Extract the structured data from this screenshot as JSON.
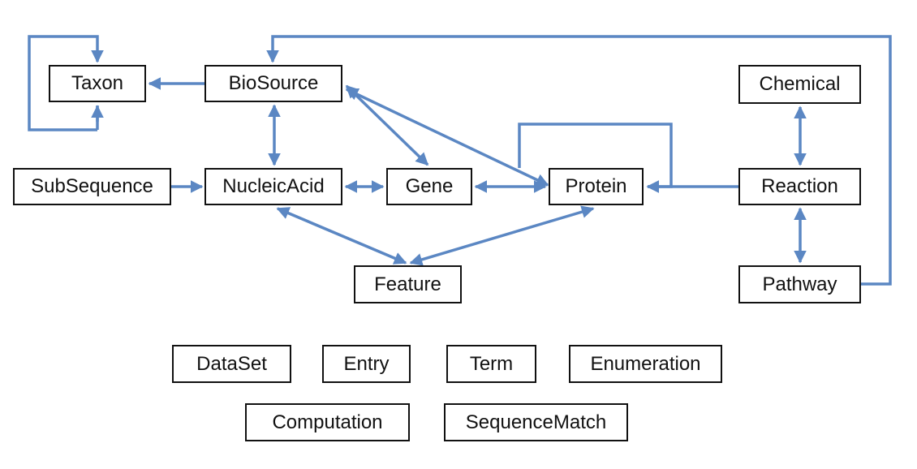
{
  "diagram": {
    "edge_color": "#5b87c3",
    "border_color": "#111111",
    "nodes": {
      "taxon": "Taxon",
      "biosource": "BioSource",
      "chemical": "Chemical",
      "subsequence": "SubSequence",
      "nucleicacid": "NucleicAcid",
      "gene": "Gene",
      "protein": "Protein",
      "reaction": "Reaction",
      "feature": "Feature",
      "pathway": "Pathway",
      "dataset": "DataSet",
      "entry": "Entry",
      "term": "Term",
      "enumeration": "Enumeration",
      "computation": "Computation",
      "sequencematch": "SequenceMatch"
    },
    "edges": [
      {
        "from": "Taxon",
        "to": "Taxon",
        "kind": "self-loop"
      },
      {
        "from": "BioSource",
        "to": "Taxon",
        "kind": "directed"
      },
      {
        "from": "BioSource",
        "to": "NucleicAcid",
        "kind": "bidirectional"
      },
      {
        "from": "BioSource",
        "to": "Gene",
        "kind": "bidirectional"
      },
      {
        "from": "BioSource",
        "to": "Protein",
        "kind": "bidirectional"
      },
      {
        "from": "SubSequence",
        "to": "NucleicAcid",
        "kind": "directed"
      },
      {
        "from": "NucleicAcid",
        "to": "Gene",
        "kind": "bidirectional"
      },
      {
        "from": "Gene",
        "to": "Protein",
        "kind": "bidirectional"
      },
      {
        "from": "Protein",
        "to": "Protein",
        "kind": "self-loop"
      },
      {
        "from": "Reaction",
        "to": "Protein",
        "kind": "directed"
      },
      {
        "from": "Chemical",
        "to": "Reaction",
        "kind": "bidirectional"
      },
      {
        "from": "Reaction",
        "to": "Pathway",
        "kind": "bidirectional"
      },
      {
        "from": "NucleicAcid",
        "to": "Feature",
        "kind": "bidirectional"
      },
      {
        "from": "Protein",
        "to": "Feature",
        "kind": "bidirectional"
      },
      {
        "from": "Pathway",
        "to": "BioSource",
        "kind": "directed"
      }
    ]
  }
}
